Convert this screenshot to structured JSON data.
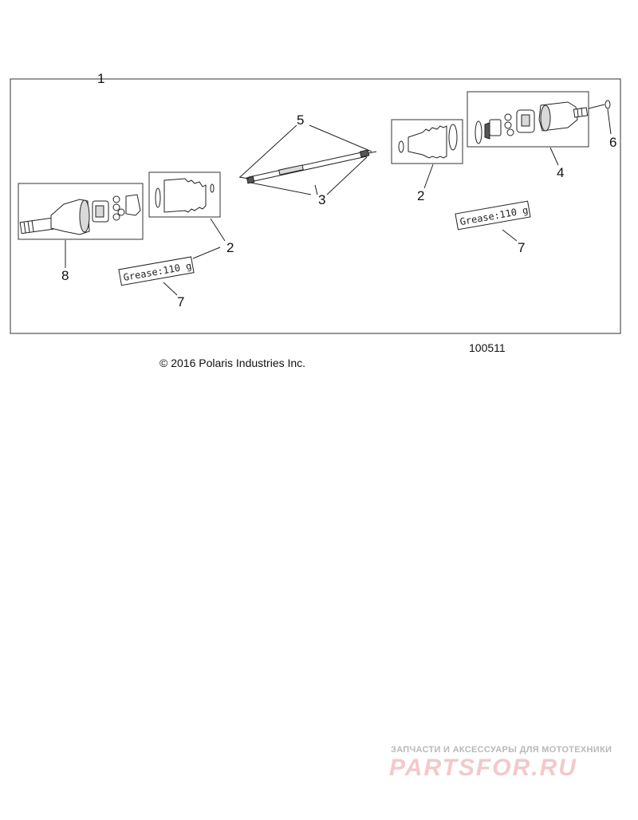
{
  "callouts": {
    "c1": "1",
    "c2a": "2",
    "c2b": "2",
    "c3": "3",
    "c4": "4",
    "c5": "5",
    "c6": "6",
    "c7a": "7",
    "c7b": "7",
    "c8": "8"
  },
  "grease_labels": {
    "left": "Grease:110 g",
    "right": "Grease:110 g"
  },
  "diagram_number": "100511",
  "copyright": "© 2016 Polaris Industries Inc.",
  "watermark": {
    "tagline": "ЗАПЧАСТИ И АКСЕССУАРЫ ДЛЯ МОТОТЕХНИКИ",
    "brand": "PARTSFOR.RU"
  }
}
